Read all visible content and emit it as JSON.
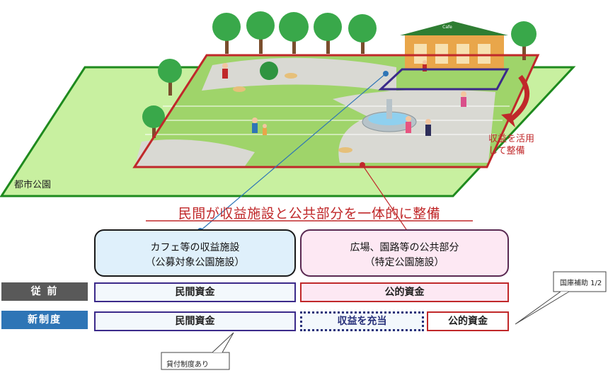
{
  "park_label": "都市公園",
  "side_note": [
    "収益を活用",
    "して整備"
  ],
  "headline": "民間が収益施設と公共部分を一体的に整備",
  "cafe_sign": "Cafe",
  "categories": {
    "left": [
      "カフェ等の収益施設",
      "（公募対象公園施設）"
    ],
    "right": [
      "広場、園路等の公共部分",
      "（特定公園施設）"
    ]
  },
  "rows": {
    "before": {
      "label": "従 前",
      "left": "民間資金",
      "right": "公的資金"
    },
    "new": {
      "label": "新制度",
      "left": "民間資金",
      "middle": "収益を充当",
      "right": "公的資金"
    }
  },
  "callouts": {
    "subsidy": "国庫補助 1/2",
    "loan": "貸付制度あり"
  },
  "colors": {
    "park_fill": "#c8f0a0",
    "park_border": "#1e8a1e",
    "red_outline": "#c0282a",
    "blue_outline": "#3b2a8a",
    "before_label": "#595959",
    "new_label": "#2e75b6"
  }
}
